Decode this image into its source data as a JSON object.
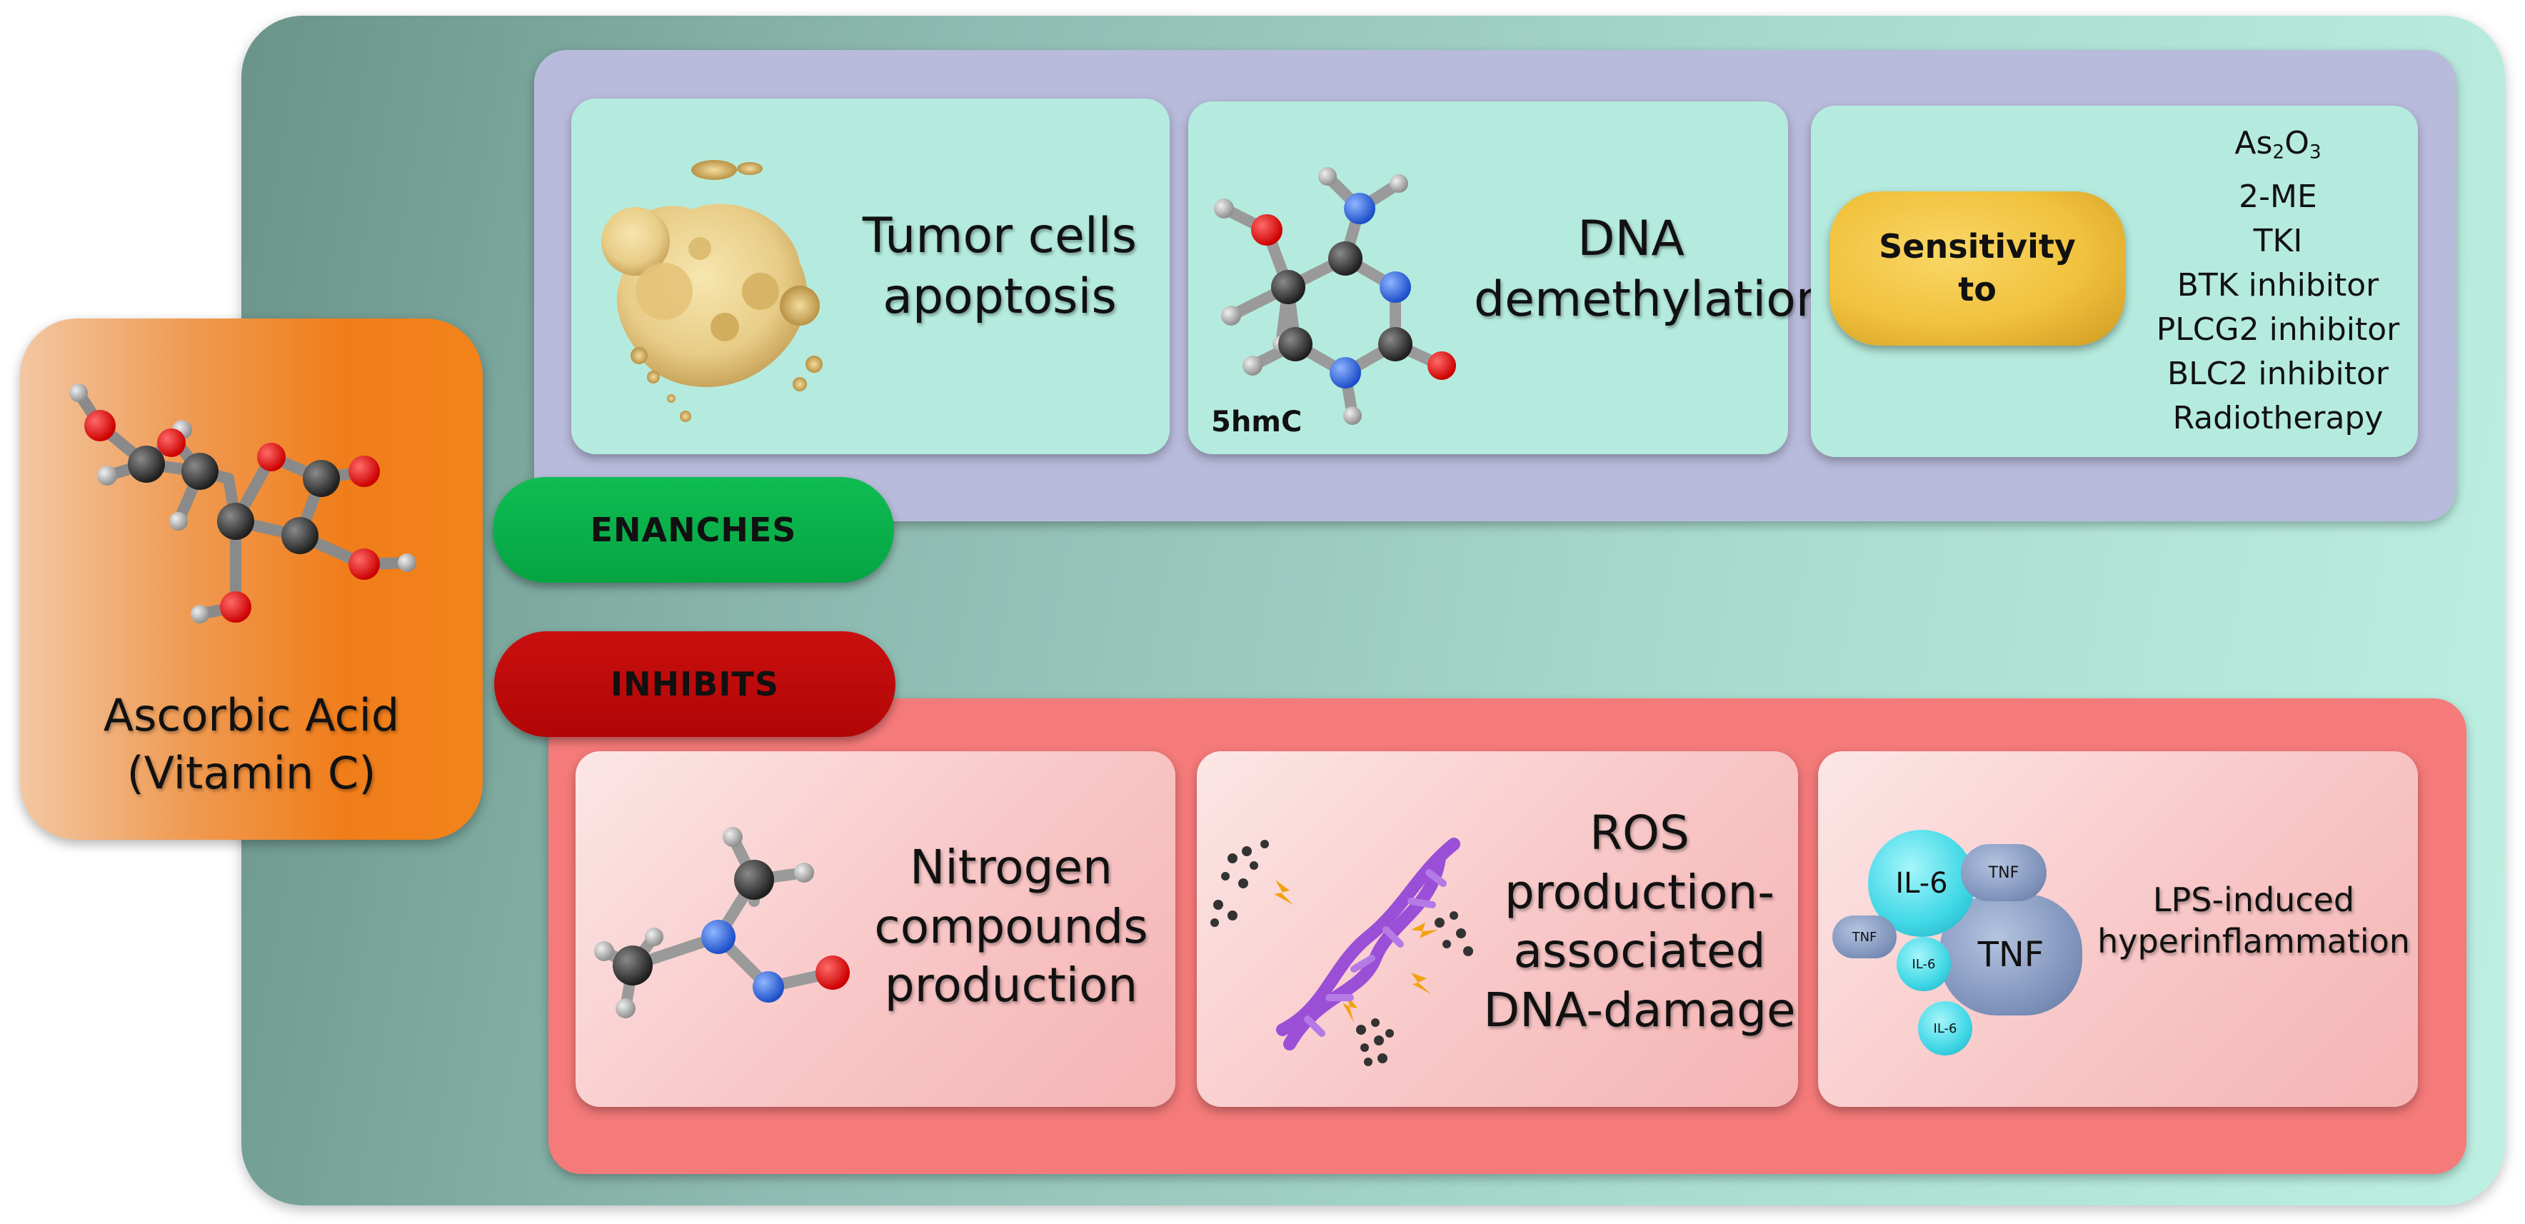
{
  "vitamin_c": {
    "label": "Ascorbic Acid\n(Vitamin C)"
  },
  "enhances_label": "ENANCHES",
  "inhibits_label": "INHIBITS",
  "top_cards": [
    {
      "label": "Tumor cells\napoptosis"
    },
    {
      "label": "DNA\ndemethylation",
      "sublabel": "5hmC"
    },
    {
      "sensitivity_label": "Sensitivity\nto",
      "items": [
        "As2O3",
        "2-ME",
        "TKI",
        "BTK inhibitor",
        "PLCG2 inhibitor",
        "BLC2 inhibitor",
        "Radiotherapy"
      ]
    }
  ],
  "bottom_cards": [
    {
      "label": "Nitrogen\ncompounds\nproduction"
    },
    {
      "label": "ROS\nproduction-\nassociated\nDNA-damage"
    },
    {
      "label": "LPS-induced\nhyperinflammation",
      "cytokines": {
        "il6": "IL-6",
        "tnf": "TNF"
      }
    }
  ],
  "colors": {
    "backdrop": "#8fbcb2",
    "top_panel": "#b9bbdc",
    "bottom_panel": "#f57a7a",
    "enhances": "#05a443",
    "inhibits": "#b10606",
    "vitamin_c": "#f07d1a",
    "sensitivity": "#f0c13c"
  }
}
